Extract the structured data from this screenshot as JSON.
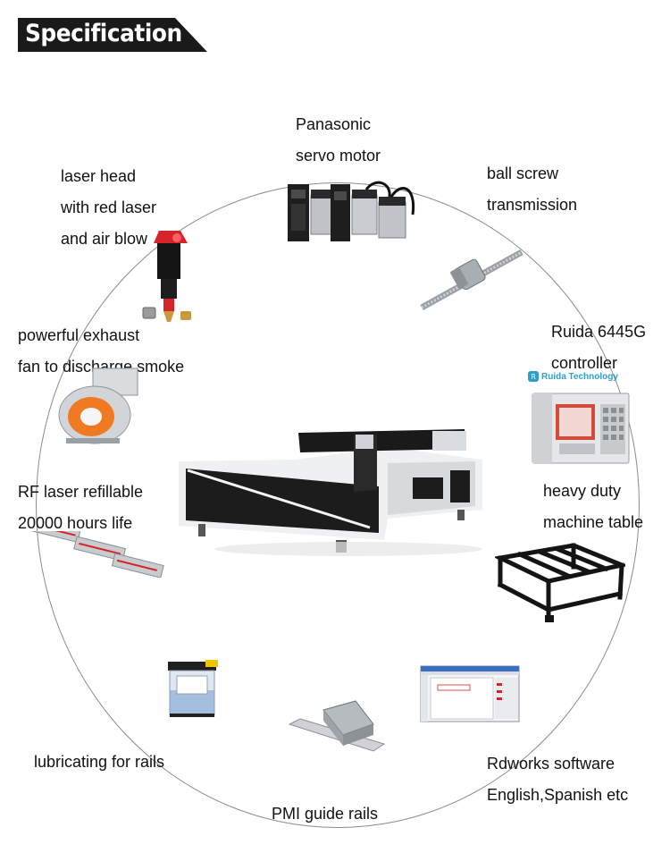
{
  "header": {
    "title": "Specification"
  },
  "features": {
    "servo": {
      "line1": "Panasonic",
      "line2": "servo motor"
    },
    "ballscrew": {
      "line1": "ball screw",
      "line2": "transmission"
    },
    "laserhead": {
      "line1": "laser head",
      "line2": "with red laser",
      "line3": "and air blow"
    },
    "exhaust": {
      "line1": "powerful exhaust",
      "line2": "fan to discharge smoke"
    },
    "controller": {
      "line1": "Ruida 6445G",
      "line2": "controller",
      "brand": "Ruida Technology"
    },
    "rflaser": {
      "line1": "RF laser refillable",
      "line2": "20000 hours life"
    },
    "table": {
      "line1": "heavy duty",
      "line2": "machine table"
    },
    "lubricating": {
      "line1": "lubricating for rails"
    },
    "software": {
      "line1": "Rdworks software",
      "line2": "English,Spanish etc"
    },
    "guiderails": {
      "line1": "PMI guide rails"
    }
  },
  "colors": {
    "banner": "#1a1a1a",
    "circle": "#8a8a8a",
    "laser_head_red": "#d6242a",
    "fan_orange": "#f07a22",
    "controller_teal": "#2f9ec9"
  }
}
